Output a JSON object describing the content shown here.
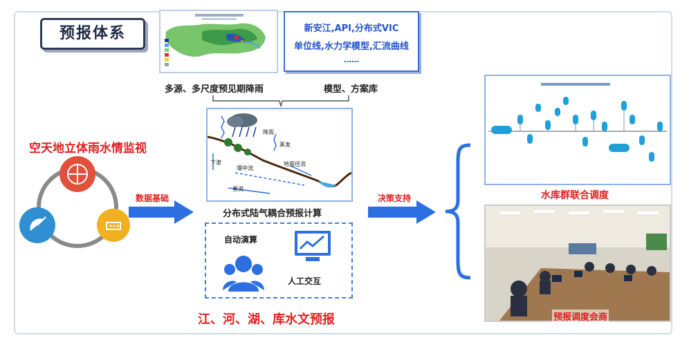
{
  "title": "预报体系",
  "map_card": {
    "legend_items": [
      "#1a3c9e",
      "#4fa3e0",
      "#7fd06b",
      "#d93030",
      "#f0d040",
      "#a0a0a0"
    ]
  },
  "model_card": {
    "line1": "新安江,API,分布式VIC",
    "line2": "单位线,水力学模型,汇流曲线",
    "line3": "……"
  },
  "captions": {
    "rain": "多源、多尺度预见期降雨",
    "models": "模型、方案库",
    "coupled": "分布式陆气耦合预报计算",
    "reservoir": "水库群联合调度",
    "consult": "预报调度会商"
  },
  "monitoring": {
    "title": "空天地立体雨水情监视"
  },
  "arrows": {
    "data_basis": "数据基础",
    "decision_support": "决策支持"
  },
  "hydro_diagram": {
    "labels": {
      "rain": "降雨",
      "evap": "蒸发",
      "down": "下渗",
      "subsurface": "壤中流",
      "surface": "地面径流",
      "base": "基流"
    }
  },
  "interaction": {
    "auto": "自动演算",
    "manual": "人工交互"
  },
  "bottom_title": "江、河、湖、库水文预报",
  "colors": {
    "accent_blue": "#2c6fe0",
    "red": "#e02020",
    "navy": "#2e3a55"
  }
}
